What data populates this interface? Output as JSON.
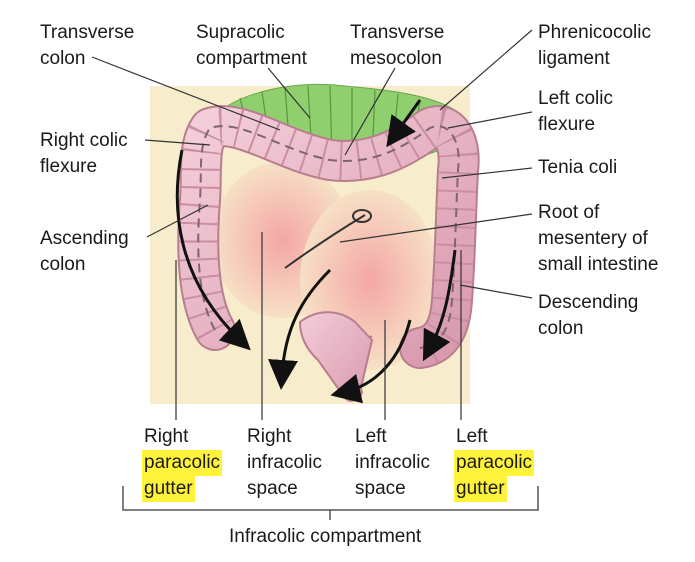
{
  "labels": {
    "transverse_colon": [
      "Transverse",
      "colon"
    ],
    "supracolic_compartment": [
      "Supracolic",
      "compartment"
    ],
    "transverse_mesocolon": [
      "Transverse",
      "mesocolon"
    ],
    "phrenicocolic_ligament": [
      "Phrenicocolic",
      "ligament"
    ],
    "left_colic_flexure": [
      "Left colic",
      "flexure"
    ],
    "right_colic_flexure": [
      "Right colic",
      "flexure"
    ],
    "tenia_coli": [
      "Tenia coli"
    ],
    "ascending_colon": [
      "Ascending",
      "colon"
    ],
    "root_of_mesentery": [
      "Root of",
      "mesentery of",
      "small intestine"
    ],
    "descending_colon": [
      "Descending",
      "colon"
    ],
    "right_paracolic_gutter": [
      "Right",
      "paracolic",
      "gutter"
    ],
    "right_infracolic_space": [
      "Right",
      "infracolic",
      "space"
    ],
    "left_infracolic_space": [
      "Left",
      "infracolic",
      "space"
    ],
    "left_paracolic_gutter": [
      "Left",
      "paracolic",
      "gutter"
    ],
    "infracolic_compartment": "Infracolic compartment"
  },
  "colors": {
    "background_panel": "#f7eccb",
    "colon": "#e8b3c2",
    "colon_outline": "#b97d90",
    "mesocolon": "#8fcf6e",
    "infracolic_space": "#f2b3b3",
    "highlight": "#fff23a"
  }
}
